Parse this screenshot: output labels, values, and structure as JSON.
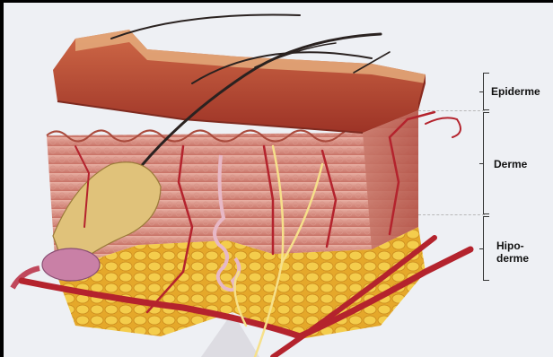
{
  "labels": {
    "epidermis": "Epiderme",
    "dermis": "Derme",
    "hypodermis_line1": "Hipo-",
    "hypodermis_line2": "derme"
  },
  "colors": {
    "background": "#eef0f4",
    "epidermis_surface": "#c5573c",
    "dermis": "#e7a79a",
    "fat": "#eec03d",
    "vessel": "#b4232d",
    "nerve": "#f6e08a"
  }
}
